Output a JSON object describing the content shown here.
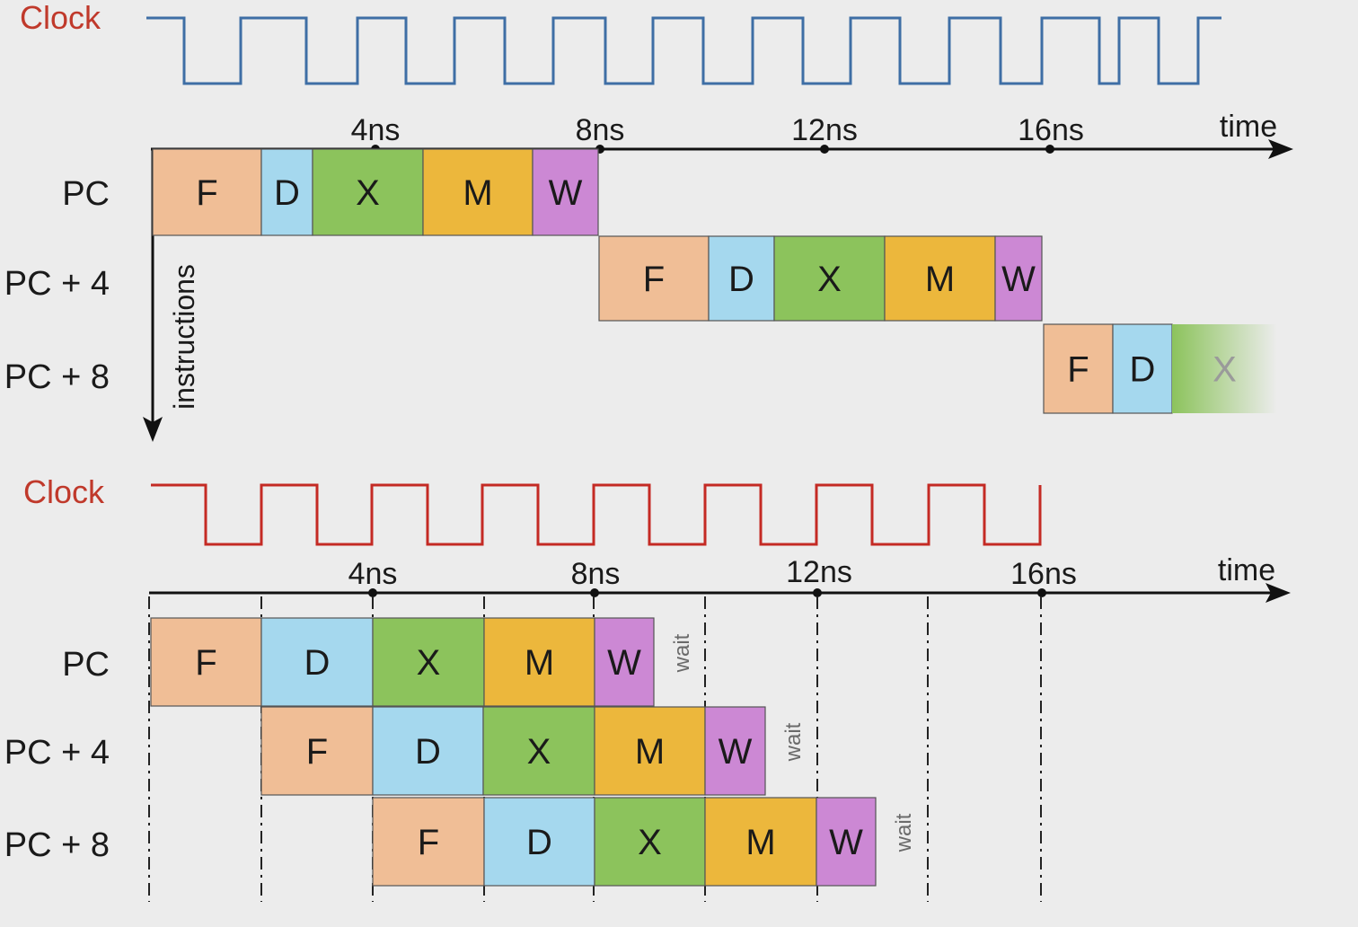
{
  "colors": {
    "F": "#f0be96",
    "D": "#a5d8ee",
    "X": "#8cc35c",
    "M": "#ecb73c",
    "W": "#cc88d4",
    "clock_top": "#3e6ea5",
    "clock_bottom": "#c42a24",
    "clock_label": "#c0392b",
    "axis": "#111111",
    "text": "#1a1a1a",
    "wait": "#6a6a6a"
  },
  "top": {
    "clock_label": "Clock",
    "time_label": "time",
    "ticks": [
      "4ns",
      "8ns",
      "12ns",
      "16ns"
    ],
    "axis_label": "instructions",
    "rows": [
      {
        "label": "PC",
        "stages": [
          "F",
          "D",
          "X",
          "M",
          "W"
        ]
      },
      {
        "label": "PC + 4",
        "stages": [
          "F",
          "D",
          "X",
          "M",
          "W"
        ]
      },
      {
        "label": "PC + 8",
        "stages": [
          "F",
          "D",
          "X"
        ]
      }
    ]
  },
  "bottom": {
    "clock_label": "Clock",
    "time_label": "time",
    "ticks": [
      "4ns",
      "8ns",
      "12ns",
      "16ns"
    ],
    "rows": [
      {
        "label": "PC",
        "stages": [
          "F",
          "D",
          "X",
          "M",
          "W"
        ],
        "wait": "wait"
      },
      {
        "label": "PC + 4",
        "stages": [
          "F",
          "D",
          "X",
          "M",
          "W"
        ],
        "wait": "wait"
      },
      {
        "label": "PC + 8",
        "stages": [
          "F",
          "D",
          "X",
          "M",
          "W"
        ],
        "wait": "wait"
      }
    ]
  }
}
